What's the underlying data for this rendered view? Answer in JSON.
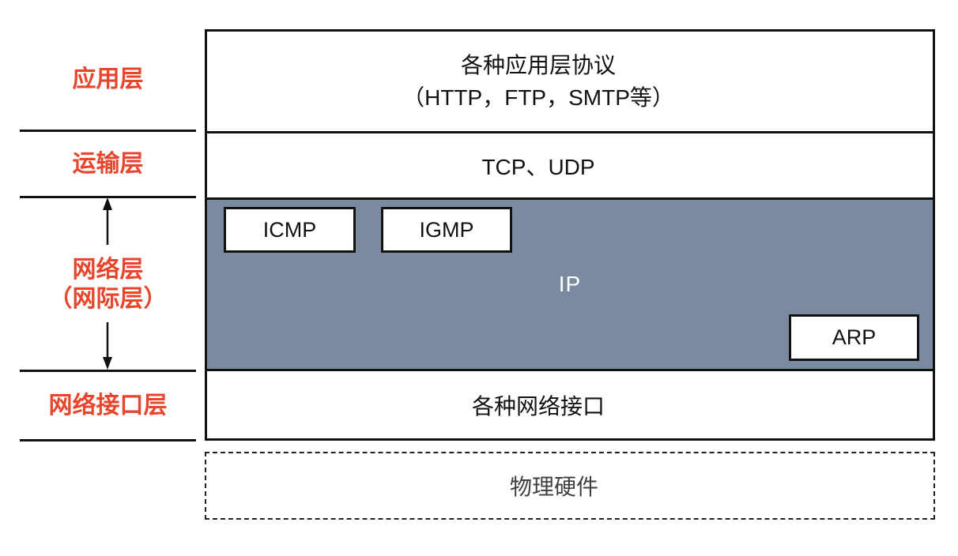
{
  "colors": {
    "accent_red": "#e8462c",
    "network_band_fill": "#7a8ba1",
    "border_black": "#111111",
    "hardware_text_gray": "#3f3f3f",
    "ip_text_white": "#ffffff"
  },
  "left_labels": {
    "application": "应用层",
    "transport": "运输层",
    "network_line1": "网络层",
    "network_line2": "（网际层）",
    "interface": "网络接口层"
  },
  "stack": {
    "application": {
      "line1": "各种应用层协议",
      "line2": "（HTTP，FTP，SMTP等）"
    },
    "transport": {
      "label": "TCP、UDP"
    },
    "network": {
      "ip_label": "IP",
      "sub_boxes": [
        {
          "label": "ICMP"
        },
        {
          "label": "IGMP"
        },
        {
          "label": "ARP"
        }
      ]
    },
    "interface": {
      "label": "各种网络接口"
    }
  },
  "hardware": {
    "label": "物理硬件"
  }
}
